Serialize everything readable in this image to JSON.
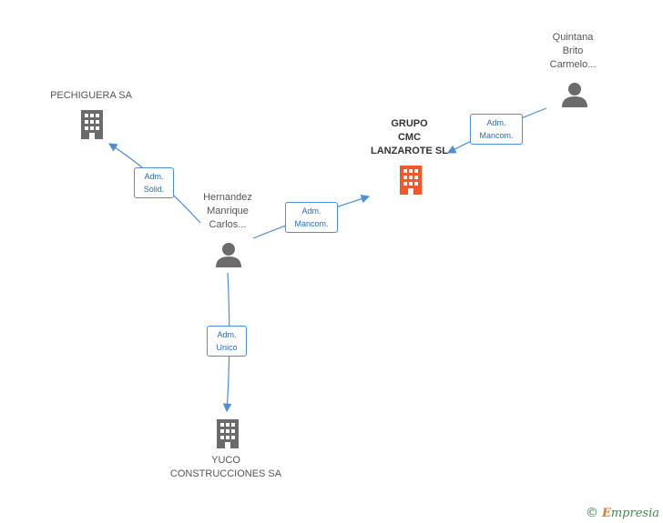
{
  "nodes": {
    "pechiguera": {
      "label": "PECHIGUERA SA",
      "type": "company",
      "color": "#6b6b6b"
    },
    "grupo": {
      "label": "GRUPO\nCMC\nLANZAROTE SL",
      "type": "company",
      "color": "#f05a28"
    },
    "quintana": {
      "label": "Quintana\nBrito\nCarmelo...",
      "type": "person",
      "color": "#6b6b6b"
    },
    "hernandez": {
      "label": "Hernandez\nManrique\nCarlos...",
      "type": "person",
      "color": "#6b6b6b"
    },
    "yuco": {
      "label": "YUCO\nCONSTRUCCIONES SA",
      "type": "company",
      "color": "#6b6b6b"
    }
  },
  "edges": [
    {
      "from": "hernandez",
      "to": "pechiguera",
      "label": "Adm.\nSolid."
    },
    {
      "from": "hernandez",
      "to": "grupo",
      "label": "Adm.\nMancom."
    },
    {
      "from": "quintana",
      "to": "grupo",
      "label": "Adm.\nMancom."
    },
    {
      "from": "hernandez",
      "to": "yuco",
      "label": "Adm.\nUnico"
    }
  ],
  "colors": {
    "edge": "#4a8fd8",
    "accent": "#f05a28"
  },
  "footer": {
    "copyright_symbol": "©",
    "brand_initial": "E",
    "brand_rest": "mpresia"
  }
}
